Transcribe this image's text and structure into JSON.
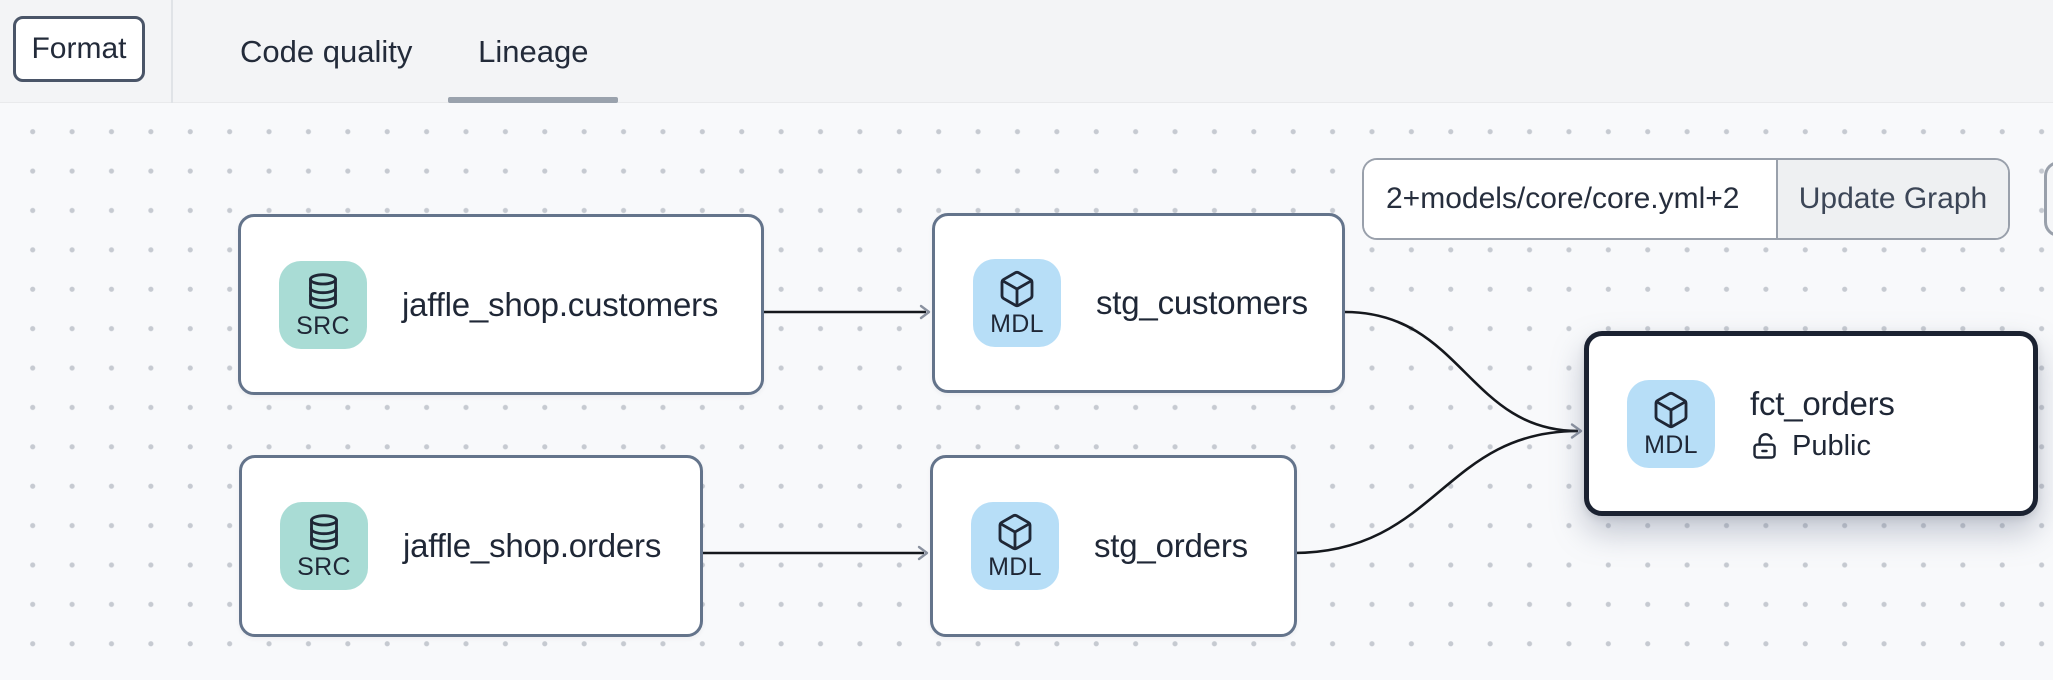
{
  "toolbar": {
    "format_label": "Format",
    "tabs": [
      {
        "label": "Code quality",
        "active": false
      },
      {
        "label": "Lineage",
        "active": true
      }
    ]
  },
  "controls": {
    "selector_value": "2+models/core/core.yml+2",
    "update_button_label": "Update Graph"
  },
  "graph": {
    "nodes": [
      {
        "id": "jaffle_shop.customers",
        "label": "jaffle_shop.customers",
        "badge": "SRC",
        "type": "source",
        "icon": "database-icon",
        "selected": false
      },
      {
        "id": "stg_customers",
        "label": "stg_customers",
        "badge": "MDL",
        "type": "model",
        "icon": "cube-icon",
        "selected": false
      },
      {
        "id": "jaffle_shop.orders",
        "label": "jaffle_shop.orders",
        "badge": "SRC",
        "type": "source",
        "icon": "database-icon",
        "selected": false
      },
      {
        "id": "stg_orders",
        "label": "stg_orders",
        "badge": "MDL",
        "type": "model",
        "icon": "cube-icon",
        "selected": false
      },
      {
        "id": "fct_orders",
        "label": "fct_orders",
        "badge": "MDL",
        "type": "model",
        "icon": "cube-icon",
        "access": "Public",
        "selected": true
      }
    ],
    "edges": [
      {
        "from": "jaffle_shop.customers",
        "to": "stg_customers"
      },
      {
        "from": "jaffle_shop.orders",
        "to": "stg_orders"
      },
      {
        "from": "stg_customers",
        "to": "fct_orders"
      },
      {
        "from": "stg_orders",
        "to": "fct_orders"
      }
    ]
  },
  "colors": {
    "topbar_bg": "#f3f4f6",
    "canvas_bg": "#f8f9fb",
    "dot_grid": "#c6cad1",
    "node_border": "#64748b",
    "selected_node_border": "#1b2231",
    "source_badge_bg": "#a9dcd5",
    "model_badge_bg": "#b7def7",
    "edge_stroke": "#15181d",
    "arrowhead": "#8b92a0",
    "text_dark": "#1f2736",
    "tab_underline": "#9aa2ad"
  }
}
